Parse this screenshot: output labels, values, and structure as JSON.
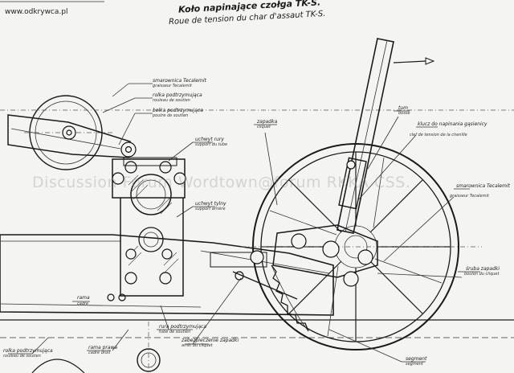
{
  "site": {
    "url": "www.odkrywca.pl"
  },
  "title": {
    "polish": "Koło napinające czołga TK-S.",
    "french": "Roue de tension du char d'assaut TK-S."
  },
  "watermark": "Discussion Forum Wordtown@forum RKKA CSS.",
  "labels": {
    "smarownica": {
      "pl": "smarownica Tecalemit",
      "fr": "graisseur Tecalemit"
    },
    "rolka": {
      "pl": "rolka podtrzymująca",
      "fr": "rouleau de soutien"
    },
    "belka": {
      "pl": "belka podtrzymująca",
      "fr": "poutre de soutien"
    },
    "uchwyt_rury": {
      "pl": "uchwyt rury",
      "fr": "support du tube"
    },
    "uchwyt_tylny": {
      "pl": "uchwyt tylny",
      "fr": "support arrière"
    },
    "zapadka_top": {
      "pl": "zapadka",
      "fr": "cliquet"
    },
    "tum": {
      "pl": "tum",
      "fr": "bosse"
    },
    "klucz": {
      "pl": "klucz do napinania gąsienicy",
      "fr": "clef de tension de la chenille"
    },
    "smarownica_right": {
      "pl": "smarownica Tecalemit",
      "fr": "graisseur Tecalemit"
    },
    "sruba": {
      "pl": "śruba zapadki",
      "fr": "boulon du cliquet"
    },
    "rama": {
      "pl": "rama",
      "fr": "cadre"
    },
    "rura": {
      "pl": "rura podtrzymująca",
      "fr": "tube de soutien"
    },
    "zabezpieczenie": {
      "pl": "zabezpieczenie zapadki",
      "fr": "arrêt du cliquet"
    },
    "rama_prawa": {
      "pl": "rama prawa",
      "fr": "cadre droit"
    },
    "rolka_bottom": {
      "pl": "rolka podtrzymująca",
      "fr": "rouleau de soutien"
    },
    "segment": {
      "pl": "segment",
      "fr": "segment"
    }
  }
}
